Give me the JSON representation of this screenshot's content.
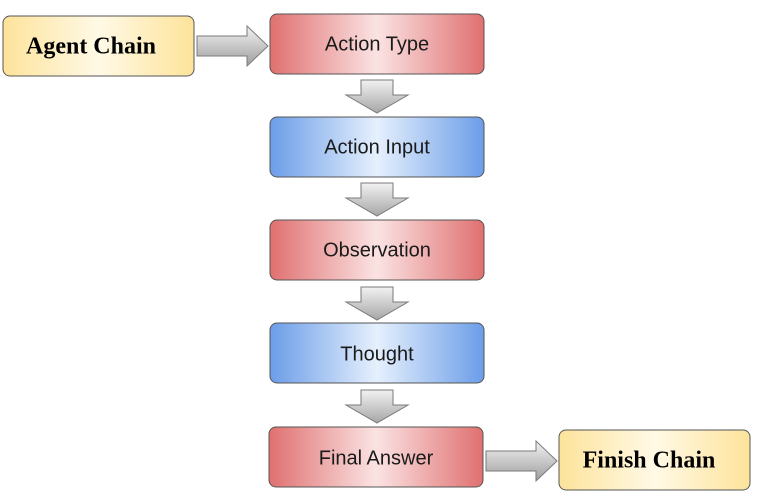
{
  "diagram": {
    "start_node": {
      "label": "Agent Chain"
    },
    "steps": [
      {
        "label": "Action Type"
      },
      {
        "label": "Action Input"
      },
      {
        "label": "Observation"
      },
      {
        "label": "Thought"
      },
      {
        "label": "Final Answer"
      }
    ],
    "end_node": {
      "label": "Finish Chain"
    },
    "colors": {
      "yellow_edge": "#fde39a",
      "yellow_center": "#fff9e6",
      "red_edge": "#e07070",
      "red_center": "#fbe3e3",
      "blue_edge": "#6b9de8",
      "blue_center": "#e6f0fd",
      "arrow_fill": "#b8b8b8",
      "arrow_stroke": "#7a7a7a",
      "node_stroke": "#555555"
    }
  }
}
